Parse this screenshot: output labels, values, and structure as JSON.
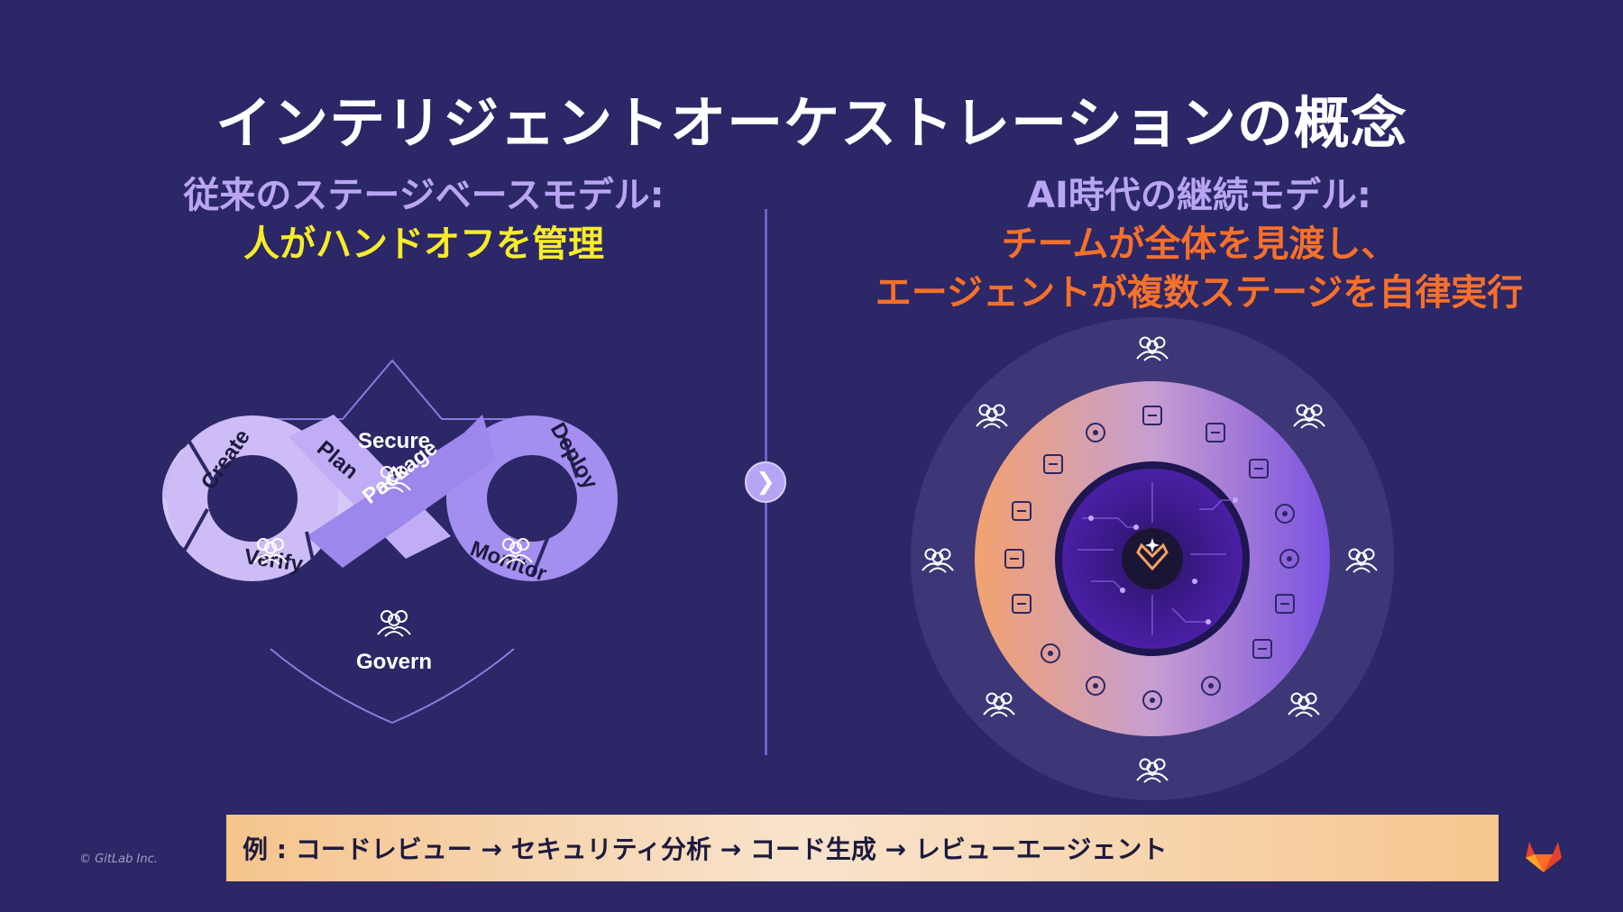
{
  "title": "インテリジェントオーケストレーションの概念",
  "left": {
    "heading": "従来のステージベースモデル:",
    "subheading": "人がハンドオフを管理",
    "diagram": {
      "stages": [
        "Create",
        "Plan",
        "Package",
        "Deploy",
        "Monitor",
        "Verify"
      ],
      "top_label": "Secure",
      "bottom_label": "Govern"
    }
  },
  "right": {
    "heading": "AI時代の継続モデル:",
    "line1": "チームが全体を見渡し、",
    "line2": "エージェントが複数ステージを自律実行"
  },
  "example": "例 : コードレビュー → セキュリティ分析 → コード生成 → レビューエージェント",
  "copyright": "© GitLab Inc.",
  "colors": {
    "background": "#2c2766",
    "accent_lavender": "#b9a6f3",
    "accent_yellow": "#f6ec2a",
    "accent_orange": "#f7702a"
  },
  "icons": {
    "team": "people-group-icon",
    "center": "gitlab-ai-logo-icon",
    "next": "chevron-right-icon",
    "brand": "gitlab-tanuki-logo"
  }
}
